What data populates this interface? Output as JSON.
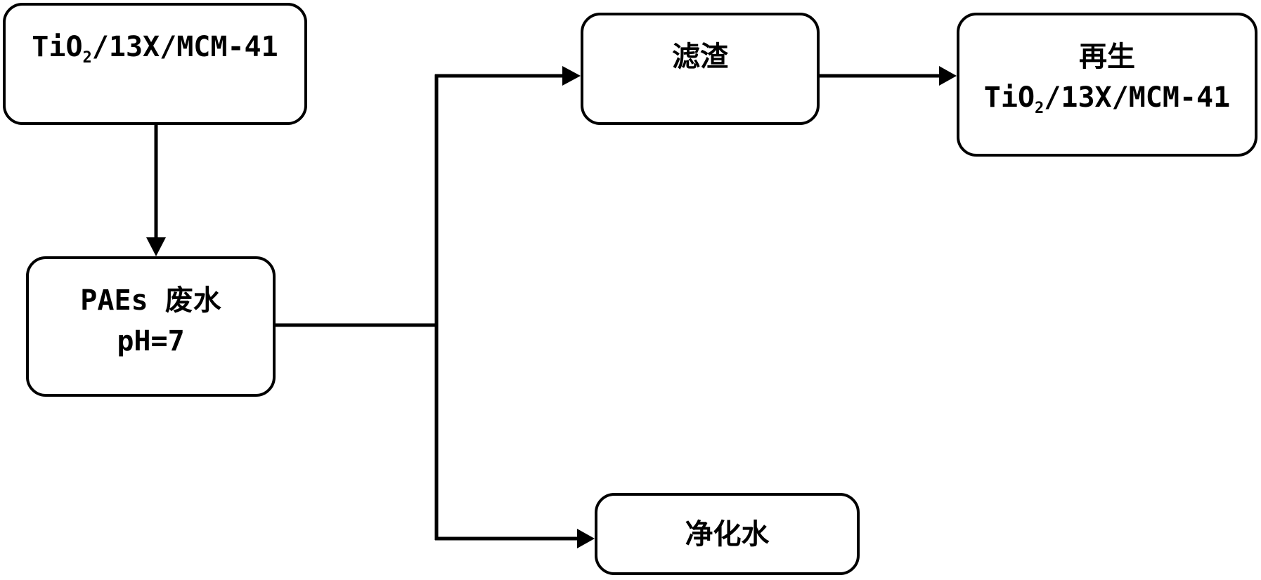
{
  "nodes": {
    "catalyst": {
      "prefix": "TiO",
      "subscript": "2",
      "suffix": "/13X/MCM-41"
    },
    "wastewater": {
      "line1": "PAEs 废水",
      "line2": "pH=7"
    },
    "residue": {
      "label": "滤渣"
    },
    "regenerated": {
      "line1": "再生",
      "prefix": "TiO",
      "subscript": "2",
      "suffix": "/13X/MCM-41"
    },
    "purified": {
      "label": "净化水"
    }
  },
  "edges": [
    {
      "from": "catalyst",
      "to": "wastewater"
    },
    {
      "from": "wastewater",
      "to": "residue"
    },
    {
      "from": "wastewater",
      "to": "purified"
    },
    {
      "from": "residue",
      "to": "regenerated"
    }
  ]
}
